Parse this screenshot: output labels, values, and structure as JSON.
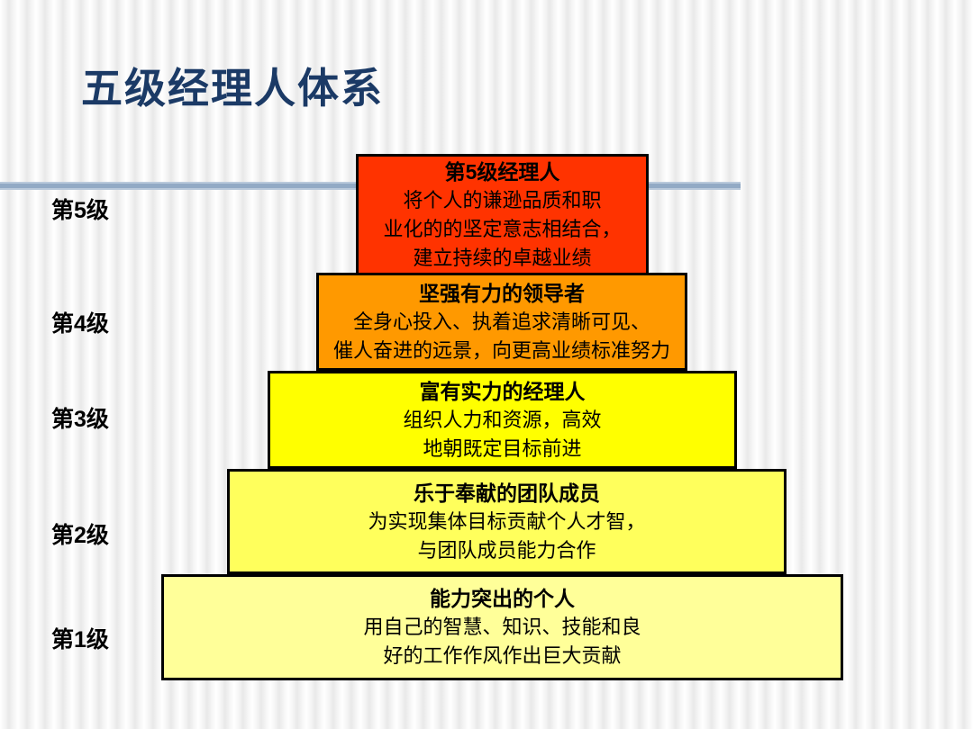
{
  "slide": {
    "title": "五级经理人体系"
  },
  "colors": {
    "title": "#1B3A66",
    "divider": "#92AAC5",
    "border": "#000000",
    "text": "#000000"
  },
  "pyramid": {
    "levels": [
      {
        "num": 5,
        "side_label": "第5级",
        "heading": "第5级经理人",
        "lines": [
          "将个人的谦逊品质和职",
          "业化的的坚定意志相结合，",
          "建立持续的卓越业绩"
        ],
        "fill": "#FF3300"
      },
      {
        "num": 4,
        "side_label": "第4级",
        "heading": "坚强有力的领导者",
        "lines": [
          "全身心投入、执着追求清晰可见、",
          "催人奋进的远景，向更高业绩标准努力"
        ],
        "fill": "#FF9900"
      },
      {
        "num": 3,
        "side_label": "第3级",
        "heading": "富有实力的经理人",
        "lines": [
          "组织人力和资源，高效",
          "地朝既定目标前进"
        ],
        "fill": "#FFFF00"
      },
      {
        "num": 2,
        "side_label": "第2级",
        "heading": "乐于奉献的团队成员",
        "lines": [
          "为实现集体目标贡献个人才智，",
          "与团队成员能力合作"
        ],
        "fill": "#FFFF5C"
      },
      {
        "num": 1,
        "side_label": "第1级",
        "heading": "能力突出的个人",
        "lines": [
          "用自己的智慧、知识、技能和良",
          "好的工作作风作出巨大贡献"
        ],
        "fill": "#FFFF99"
      }
    ]
  }
}
